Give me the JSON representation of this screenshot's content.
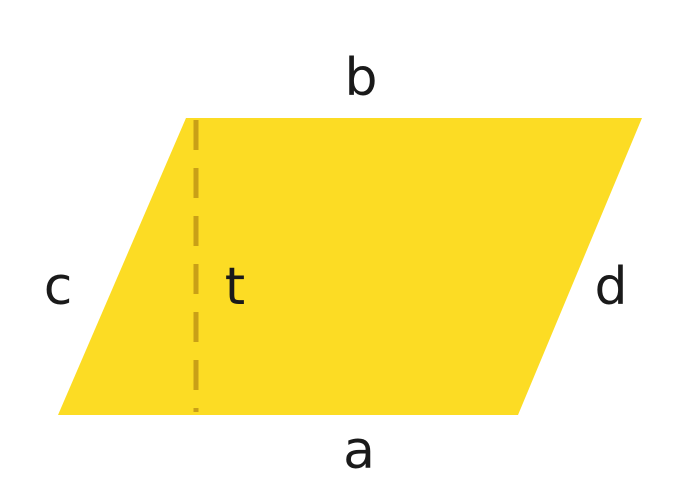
{
  "figure": {
    "colors": {
      "fill": "#fcdc24",
      "height_line": "#c9a017",
      "text": "#1a1a1a",
      "background": "#ffffff"
    },
    "labels": {
      "top": "b",
      "bottom": "a",
      "left": "c",
      "right": "d",
      "height": "t"
    }
  }
}
